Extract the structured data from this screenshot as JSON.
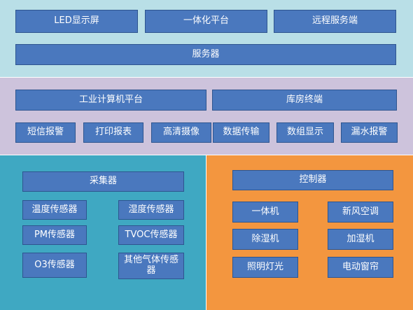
{
  "colors": {
    "top_layer": "#b9dfe7",
    "middle_layer": "#cdc3dc",
    "acquisition_layer": "#3fa8c2",
    "control_layer": "#f3963f",
    "box_fill": "#4a78be",
    "box_border": "#2e558f",
    "box_text": "#ffffff"
  },
  "top": {
    "led_display": "LED显示屏",
    "integrated_platform": "一体化平台",
    "remote_service": "远程服务端",
    "server": "服务器"
  },
  "middle": {
    "industrial_pc_platform": "工业计算机平台",
    "warehouse_terminal": "库房终端",
    "functions": [
      "短信报警",
      "打印报表",
      "高清摄像",
      "数据传输",
      "数组显示",
      "漏水报警"
    ]
  },
  "acquisition": {
    "collector": "采集器",
    "sensors": [
      "温度传感器",
      "湿度传感器",
      "PM传感器",
      "TVOC传感器",
      "O3传感器",
      "其他气体传感器"
    ]
  },
  "control": {
    "controller": "控制器",
    "devices": [
      "一体机",
      "新风空调",
      "除湿机",
      "加湿机",
      "照明灯光",
      "电动窗帘"
    ]
  }
}
